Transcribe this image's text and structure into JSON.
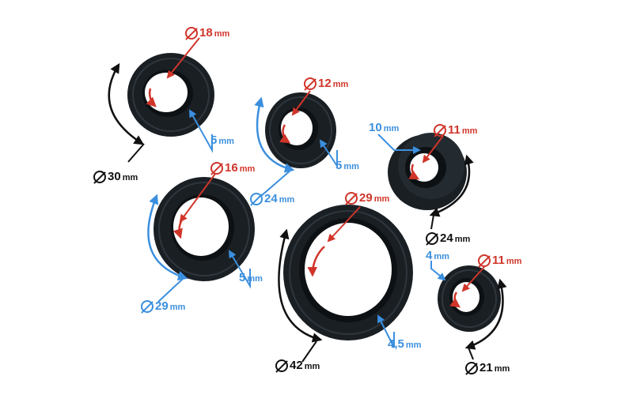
{
  "colors": {
    "inner": "#d0352a",
    "width": "#3b8fde",
    "outer": "#111111",
    "seal_body": "#1a1f24",
    "seal_edge": "#2e363d"
  },
  "seals": [
    {
      "inner": {
        "value": "18",
        "unit": "mm"
      },
      "width": {
        "value": "5",
        "unit": "mm"
      },
      "outer": {
        "value": "30",
        "unit": "mm"
      }
    },
    {
      "inner": {
        "value": "12",
        "unit": "mm"
      },
      "width": {
        "value": "5",
        "unit": "mm"
      },
      "outer": {
        "value": "24",
        "unit": "mm"
      }
    },
    {
      "inner": {
        "value": "11",
        "unit": "mm"
      },
      "width": {
        "value": "10",
        "unit": "mm"
      },
      "outer": {
        "value": "24",
        "unit": "mm"
      }
    },
    {
      "inner": {
        "value": "16",
        "unit": "mm"
      },
      "width": {
        "value": "5",
        "unit": "mm"
      },
      "outer": {
        "value": "29",
        "unit": "mm"
      }
    },
    {
      "inner": {
        "value": "29",
        "unit": "mm"
      },
      "width": {
        "value": "4,5",
        "unit": "mm"
      },
      "outer": {
        "value": "42",
        "unit": "mm"
      }
    },
    {
      "inner": {
        "value": "11",
        "unit": "mm"
      },
      "width": {
        "value": "4",
        "unit": "mm"
      },
      "outer": {
        "value": "21",
        "unit": "mm"
      }
    }
  ]
}
